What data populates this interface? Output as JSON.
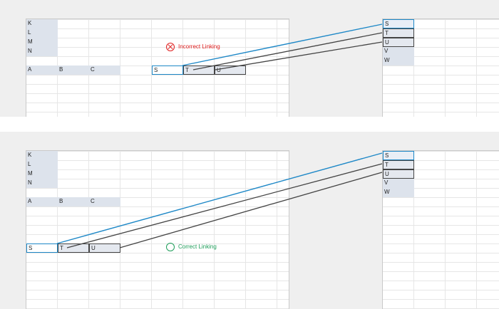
{
  "panels": [
    {
      "status_label": "Incorrect Linking",
      "status_color": "#e02020",
      "status_icon": "cross-circle-icon",
      "left_sheet": {
        "row_headers": [
          "K",
          "L",
          "M",
          "N"
        ],
        "col_headers": [
          "A",
          "B",
          "C"
        ],
        "link_cells": [
          "S",
          "T",
          "U"
        ]
      },
      "right_sheet": {
        "cells": [
          "S",
          "T",
          "U",
          "V",
          "W"
        ]
      }
    },
    {
      "status_label": "Correct Linking",
      "status_color": "#1e9e5a",
      "status_icon": "circle-icon",
      "left_sheet": {
        "row_headers": [
          "K",
          "L",
          "M",
          "N"
        ],
        "col_headers": [
          "A",
          "B",
          "C"
        ],
        "link_cells": [
          "S",
          "T",
          "U"
        ]
      },
      "right_sheet": {
        "cells": [
          "S",
          "T",
          "U",
          "V",
          "W"
        ]
      }
    }
  ],
  "colors": {
    "link_primary": "#1e88c7",
    "link_secondary": "#444444",
    "header_fill": "#dde3ec"
  }
}
